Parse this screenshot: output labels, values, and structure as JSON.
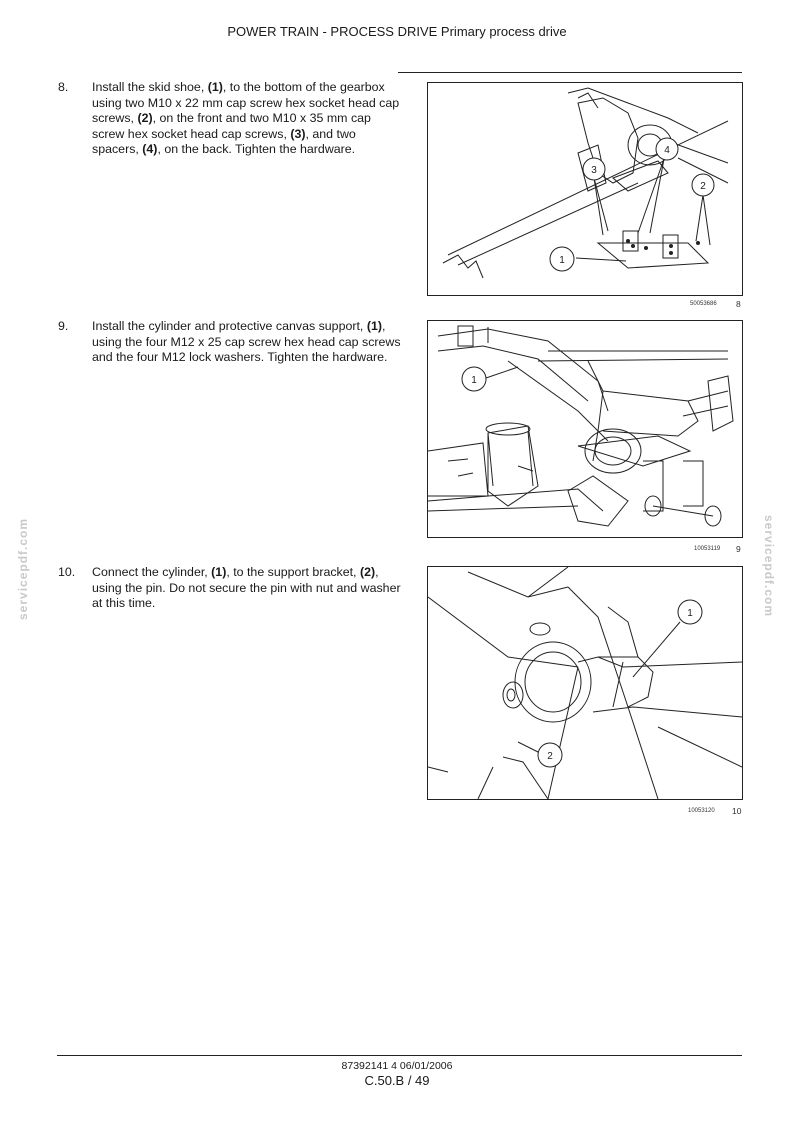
{
  "header": {
    "title": "POWER TRAIN - PROCESS DRIVE Primary process drive"
  },
  "steps": [
    {
      "number": "8.",
      "parts": [
        "Install the skid shoe, ",
        "(1)",
        ", to the bottom of the gearbox using two M10 x 22 mm cap screw hex socket head cap screws, ",
        "(2)",
        ", on the front and two M10 x 35 mm cap screw hex socket head cap screws, ",
        "(3)",
        ", and two spacers, ",
        "(4)",
        ", on the back. Tighten the hardware."
      ],
      "figure": {
        "code": "50053686",
        "number": "8",
        "callouts": [
          "1",
          "2",
          "3",
          "4"
        ]
      }
    },
    {
      "number": "9.",
      "parts": [
        "Install the cylinder and protective canvas support, ",
        "(1)",
        ", using the four M12 x 25 cap screw hex head cap screws and the four M12 lock washers. Tighten the hardware."
      ],
      "figure": {
        "code": "10053119",
        "number": "9",
        "callouts": [
          "1"
        ]
      }
    },
    {
      "number": "10.",
      "parts": [
        "Connect the cylinder, ",
        "(1)",
        ", to the support bracket, ",
        "(2)",
        ", using the pin. Do not secure the pin with nut and washer at this time."
      ],
      "figure": {
        "code": "10053120",
        "number": "10",
        "callouts": [
          "1",
          "2"
        ]
      }
    }
  ],
  "watermark": {
    "text": "servicepdf.com"
  },
  "footer": {
    "doc_ref": "87392141 4 06/01/2006",
    "page": "C.50.B / 49"
  }
}
